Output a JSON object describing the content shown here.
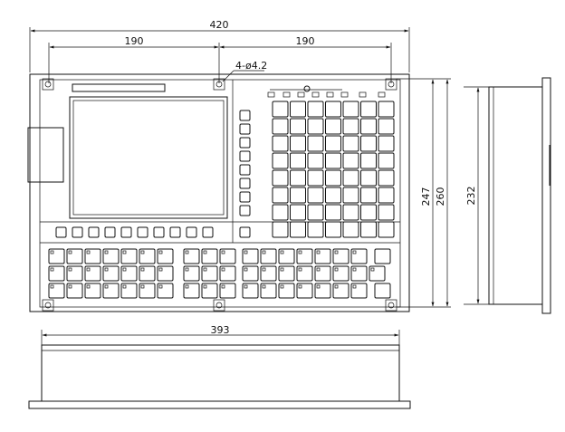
{
  "dimensions": {
    "overall_width": "420",
    "hole_spacing_left": "190",
    "hole_spacing_right": "190",
    "hole_diameter": "4-ø4.2",
    "panel_height_inner": "247",
    "panel_height_outer": "260",
    "side_depth": "232",
    "bottom_width": "393"
  },
  "colors": {
    "line": "#111111",
    "background": "#ffffff"
  },
  "icons": [
    "mounting-hole-icon",
    "indicator-led-icon"
  ]
}
